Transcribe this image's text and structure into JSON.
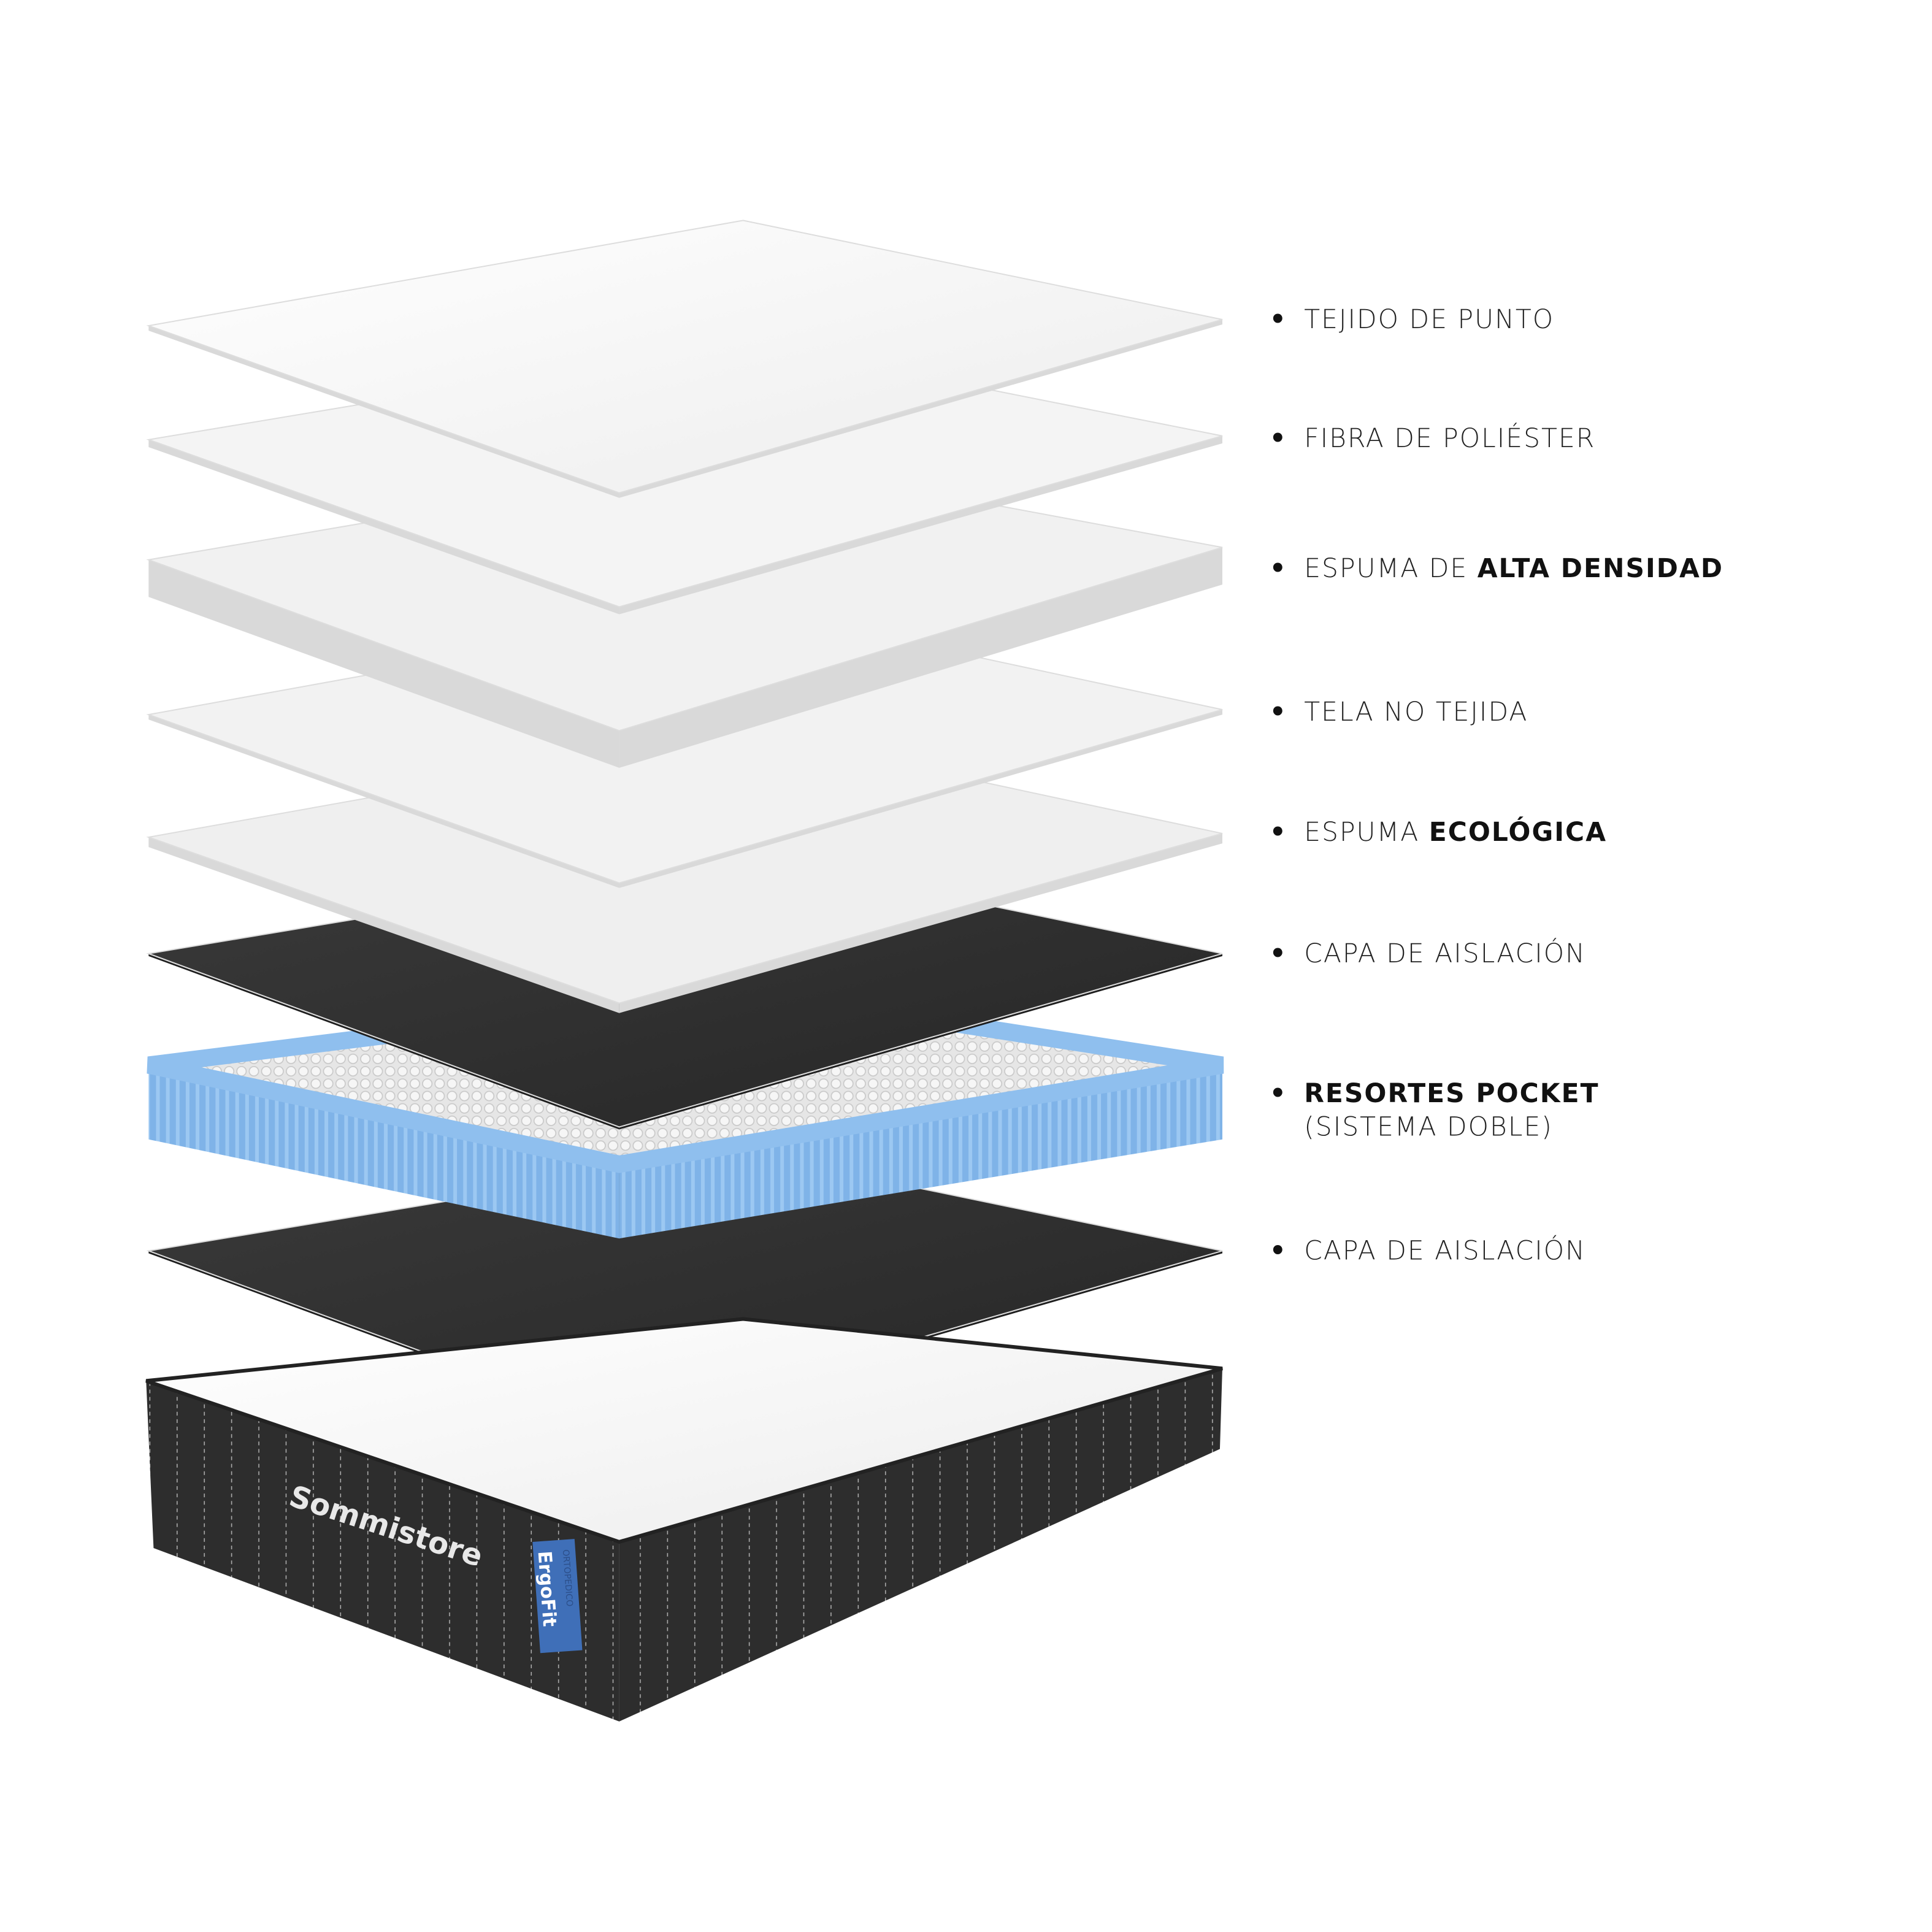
{
  "layers": [
    {
      "bullet": "•",
      "text": "TEJIDO DE PUNTO"
    },
    {
      "bullet": "•",
      "text": "FIBRA DE POLIÉSTER"
    },
    {
      "bullet": "•",
      "text": "ESPUMA DE ",
      "bold": "ALTA DENSIDAD"
    },
    {
      "bullet": "•",
      "text": "TELA NO TEJIDA"
    },
    {
      "bullet": "•",
      "text": "ESPUMA ",
      "bold": "ECOLÓGICA"
    },
    {
      "bullet": "•",
      "text": "CAPA DE AISLACIÓN"
    },
    {
      "bullet": "•",
      "bold": "RESORTES POCKET",
      "sub": "(SISTEMA DOBLE)"
    },
    {
      "bullet": "•",
      "text": "CAPA DE AISLACIÓN"
    }
  ],
  "mattress": {
    "brand": "Sommistore",
    "label": "ErgoFit",
    "label_sub": "ORTOPEDICO"
  },
  "colors": {
    "dark_layer": "#2e2e2e",
    "spring_blue": "#8fbfee",
    "label_blue": "#3f6fb8",
    "label_yellow": "#f2c12e"
  }
}
